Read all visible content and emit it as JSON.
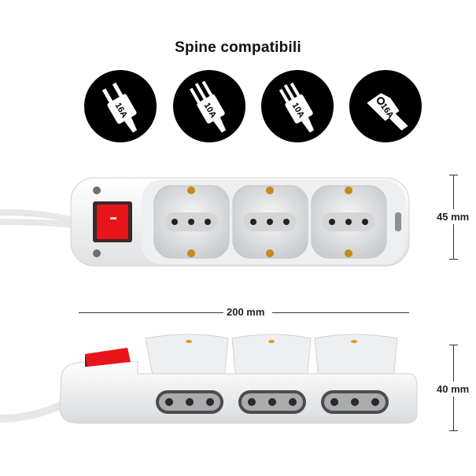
{
  "title": "Spine compatibili",
  "plug_icons": [
    {
      "name": "schuko-plug-icon",
      "rating": "16A"
    },
    {
      "name": "italian-plug-icon",
      "rating": "10A"
    },
    {
      "name": "italian-plug-icon",
      "rating": "10A"
    },
    {
      "name": "schuko-angled-plug-icon",
      "rating": "16A"
    }
  ],
  "dimensions": {
    "height_top": "45 mm",
    "length": "200 mm",
    "height_side": "40 mm"
  },
  "colors": {
    "switch": "#e8141a",
    "body": "#f2f3f4",
    "icon": "#000000"
  }
}
